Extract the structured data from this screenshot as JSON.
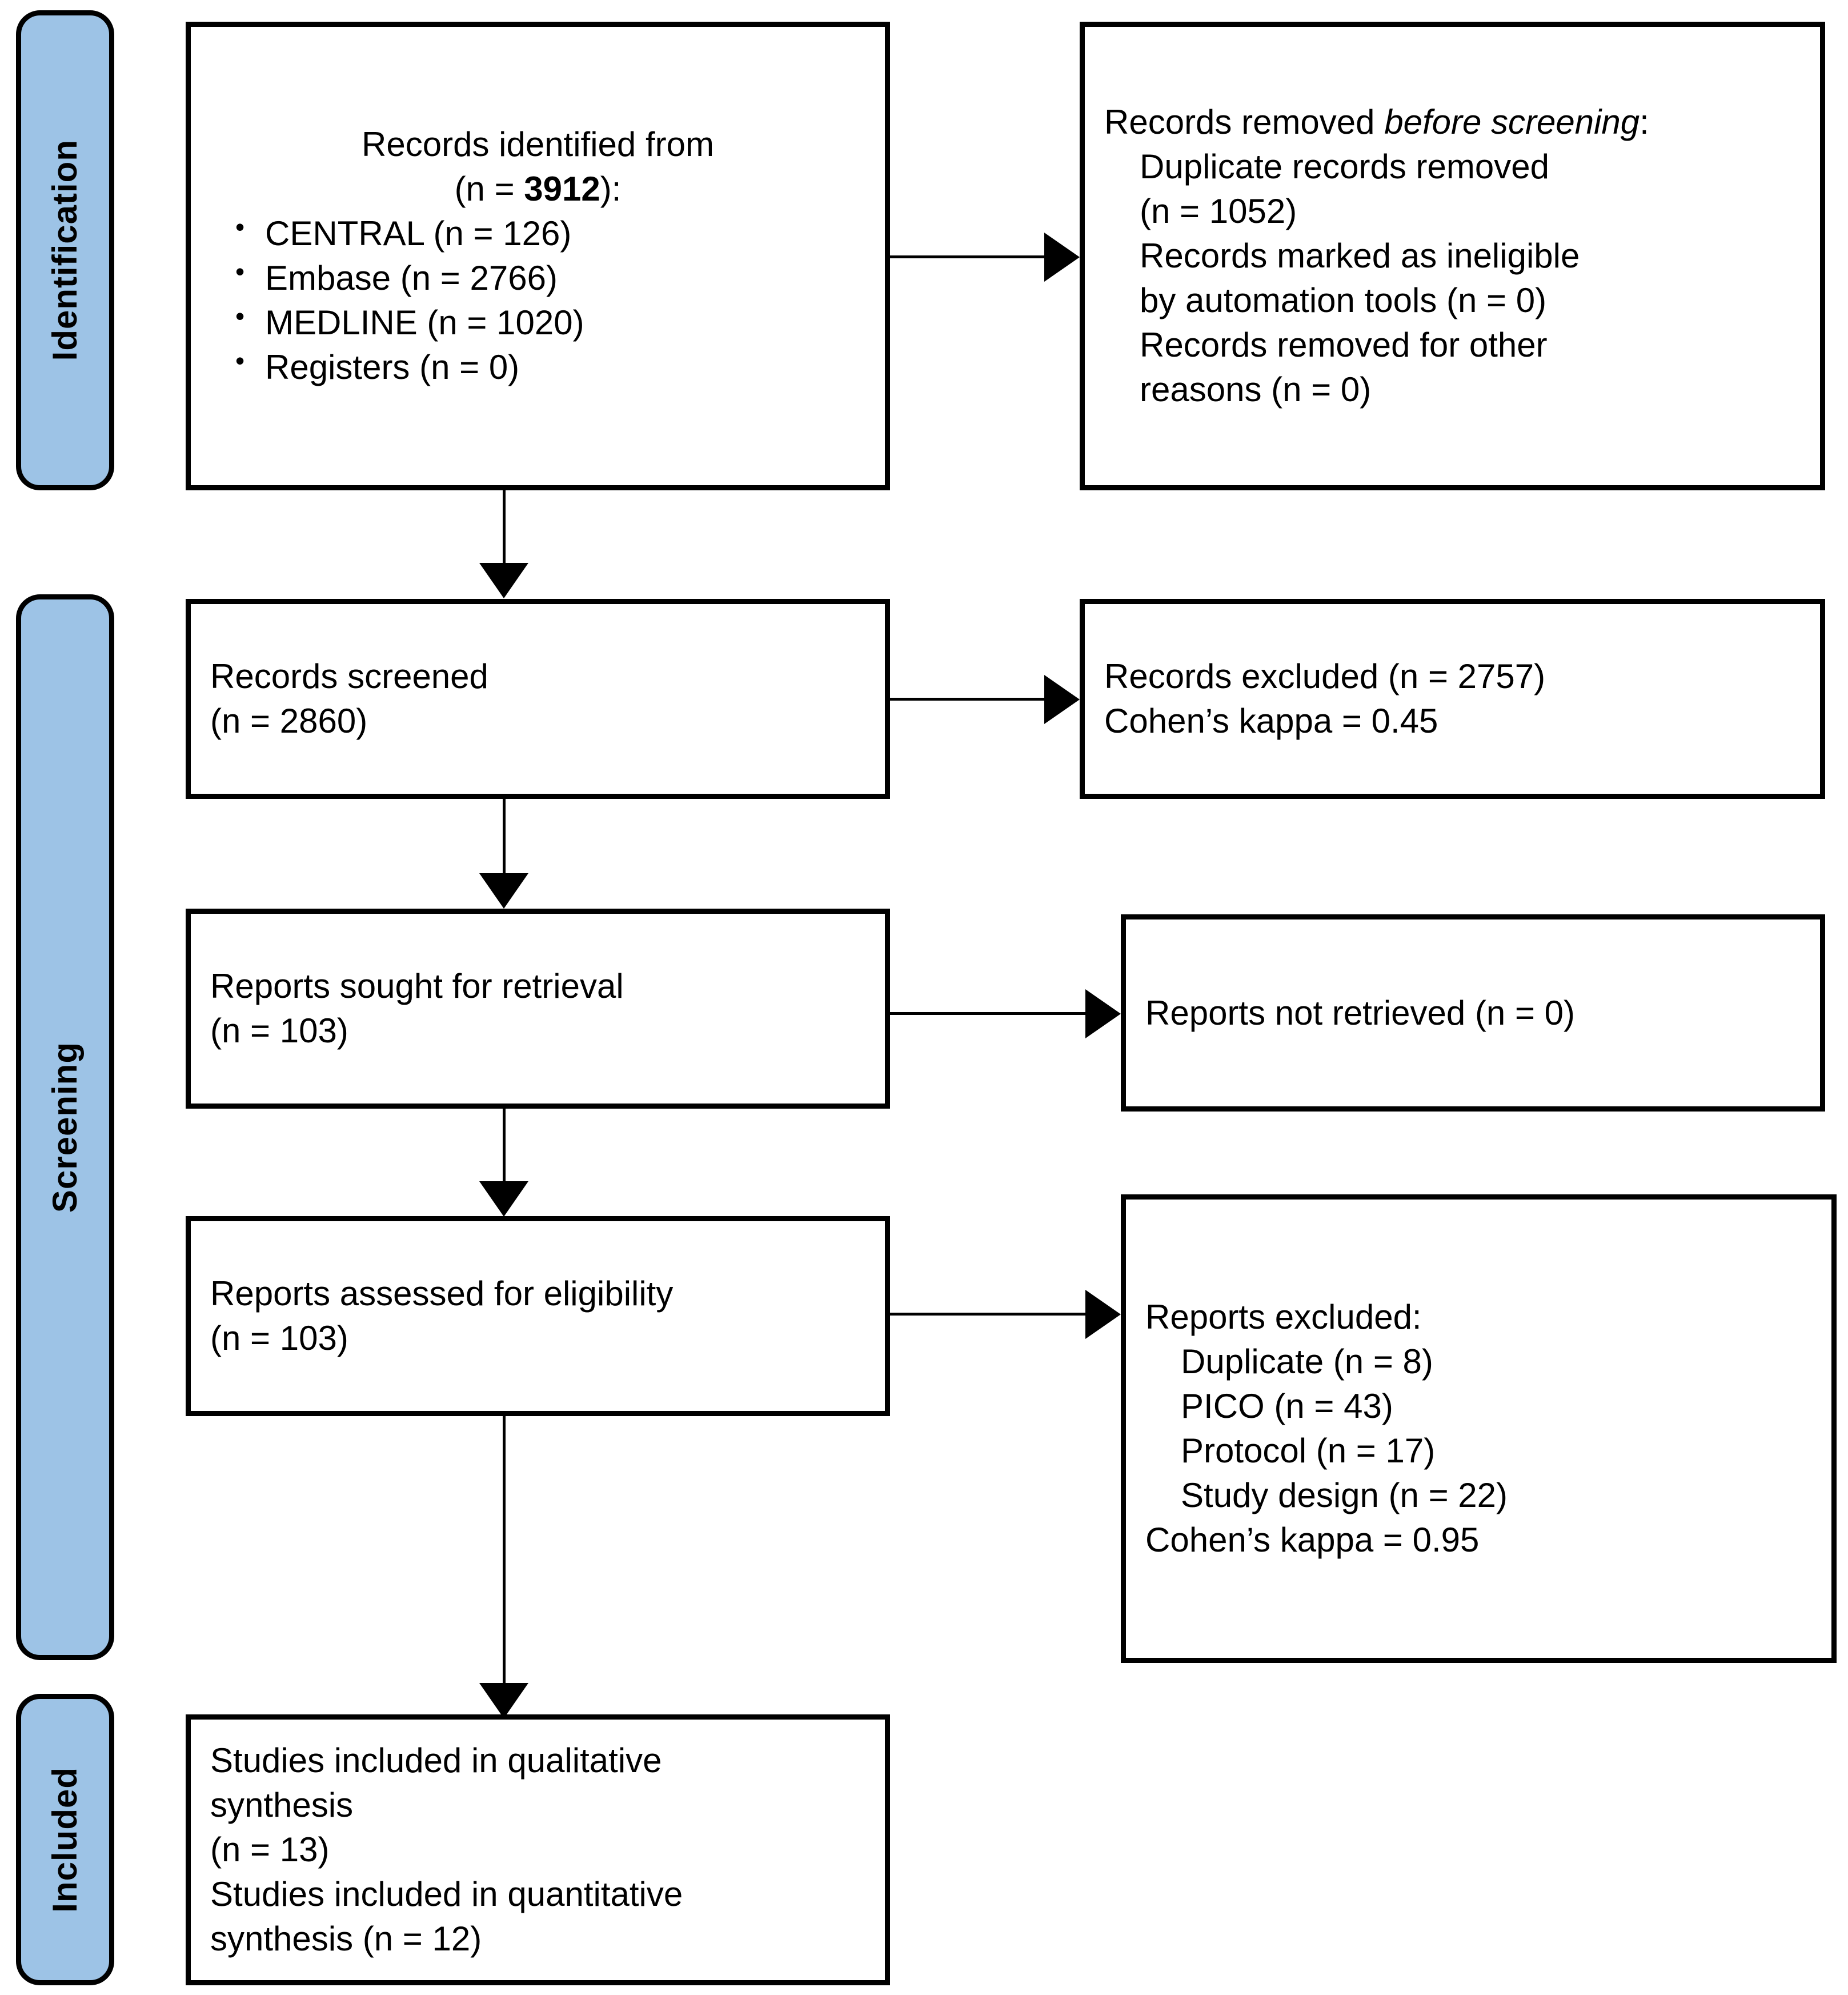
{
  "diagram": {
    "type": "PRISMA flow diagram",
    "accent_color": "#9DC3E6",
    "line_color": "#000000",
    "background": "#FFFFFF"
  },
  "stages": {
    "identification": "Identification",
    "screening": "Screening",
    "included": "Included"
  },
  "boxes": {
    "records_identified": {
      "title": "Records identified from",
      "count_prefix": "(n = ",
      "count": "3912",
      "count_suffix": "):",
      "sources": [
        "CENTRAL (n = 126)",
        "Embase (n = 2766)",
        "MEDLINE (n = 1020)",
        "Registers (n = 0)"
      ]
    },
    "records_removed": {
      "title_part1": "Records removed ",
      "title_italic": "before screening",
      "title_part2": ":",
      "items": [
        "Duplicate records removed",
        "(n = 1052)",
        "Records marked as ineligible",
        "by automation tools (n = 0)",
        "Records removed for other",
        "reasons (n = 0)"
      ]
    },
    "records_screened": {
      "line1": "Records screened",
      "line2": "(n = 2860)"
    },
    "records_excluded": {
      "line1": "Records excluded (n = 2757)",
      "line2": "Cohen’s kappa = 0.45"
    },
    "reports_sought": {
      "line1": "Reports sought for retrieval",
      "line2": "(n = 103)"
    },
    "reports_not_retrieved": {
      "line1": "Reports not retrieved (n = 0)"
    },
    "reports_assessed": {
      "line1": "Reports assessed for eligibility",
      "line2": "(n = 103)"
    },
    "reports_excluded": {
      "title": "Reports excluded:",
      "reasons": [
        "Duplicate (n = 8)",
        "PICO (n = 43)",
        "Protocol (n = 17)",
        "Study design (n = 22)"
      ],
      "kappa": "Cohen’s kappa = 0.95"
    },
    "studies_included": {
      "line1": "Studies included in qualitative",
      "line2": "synthesis",
      "line3": "(n = 13)",
      "line4": "Studies included in quantitative",
      "line5": "synthesis (n = 12)"
    }
  }
}
